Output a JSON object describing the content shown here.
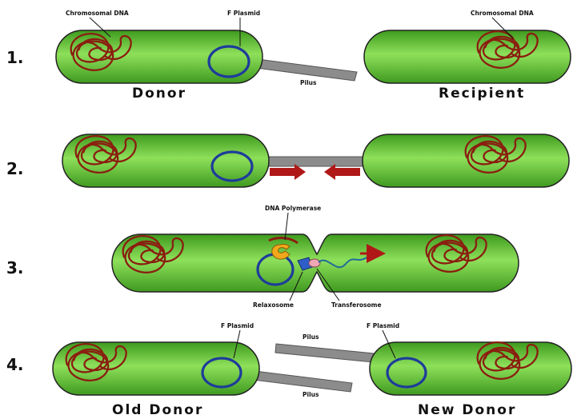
{
  "steps": [
    "1.",
    "2.",
    "3.",
    "4."
  ],
  "labels": {
    "chromosomal_dna": "Chromosomal DNA",
    "f_plasmid": "F Plasmid",
    "pilus": "Pilus",
    "donor": "Donor",
    "recipient": "Recipient",
    "dna_polymerase": "DNA Polymerase",
    "relaxosome": "Relaxosome",
    "transferosome": "Transferosome",
    "old_donor": "Old Donor",
    "new_donor": "New Donor"
  },
  "colors": {
    "cell_fill": "#5fc42f",
    "cell_stroke": "#222222",
    "chromosome": "#8a1e10",
    "plasmid": "#1e3c9a",
    "pilus": "#8c8c8c",
    "arrow": "#b01818",
    "polymerase": "#f2a81a",
    "relaxosome": "#2e5fc8",
    "transferosome": "#f0a7b4"
  }
}
